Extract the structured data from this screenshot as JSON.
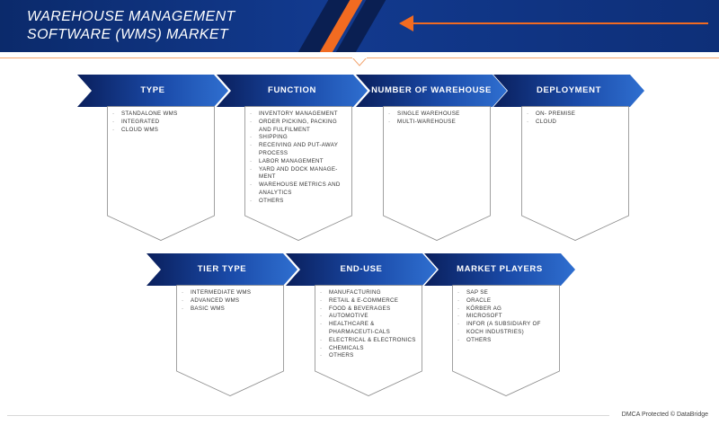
{
  "page": {
    "title": "WAREHOUSE MANAGEMENT SOFTWARE (WMS) MARKET",
    "footer": "DMCA Protected © DataBridge"
  },
  "colors": {
    "header_bg": "#0b2a6b",
    "accent_orange": "#f26b21",
    "segment_dark": "#0a1f5c",
    "segment_light": "#2f6fd0"
  },
  "segments_row1": [
    {
      "label": "TYPE",
      "items": [
        "STANDALONE WMS",
        "INTEGRATED",
        "CLOUD WMS"
      ]
    },
    {
      "label": "FUNCTION",
      "items": [
        "INVENTORY MANAGEMENT",
        "ORDER PICKING, PACKING AND FULFILMENT",
        "SHIPPING",
        "RECEIVING AND PUT-AWAY PROCESS",
        "LABOR MANAGEMENT",
        "YARD AND DOCK MANAGE-MENT",
        "WAREHOUSE METRICS AND ANALYTICS",
        "OTHERS"
      ]
    },
    {
      "label": "NUMBER OF WAREHOUSE",
      "items": [
        "SINGLE WAREHOUSE",
        "MULTI-WAREHOUSE"
      ]
    },
    {
      "label": "DEPLOYMENT",
      "items": [
        "ON- PREMISE",
        "CLOUD"
      ]
    }
  ],
  "segments_row2": [
    {
      "label": "TIER TYPE",
      "items": [
        "INTERMEDIATE WMS",
        "ADVANCED WMS",
        "BASIC WMS"
      ]
    },
    {
      "label": "END-USE",
      "items": [
        "MANUFACTURING",
        "RETAIL & E-COMMERCE",
        "FOOD & BEVERAGES",
        "AUTOMOTIVE",
        "HEALTHCARE & PHARMACEUTI-CALS",
        "ELECTRICAL & ELECTRONICS",
        "CHEMICALS",
        "OTHERS"
      ]
    },
    {
      "label": "MARKET PLAYERS",
      "items": [
        "SAP SE",
        "ORACLE",
        "KÖRBER AG",
        "MICROSOFT",
        "INFOR (A SUBSIDIARY OF KOCH INDUSTRIES)",
        "OTHERS"
      ]
    }
  ]
}
